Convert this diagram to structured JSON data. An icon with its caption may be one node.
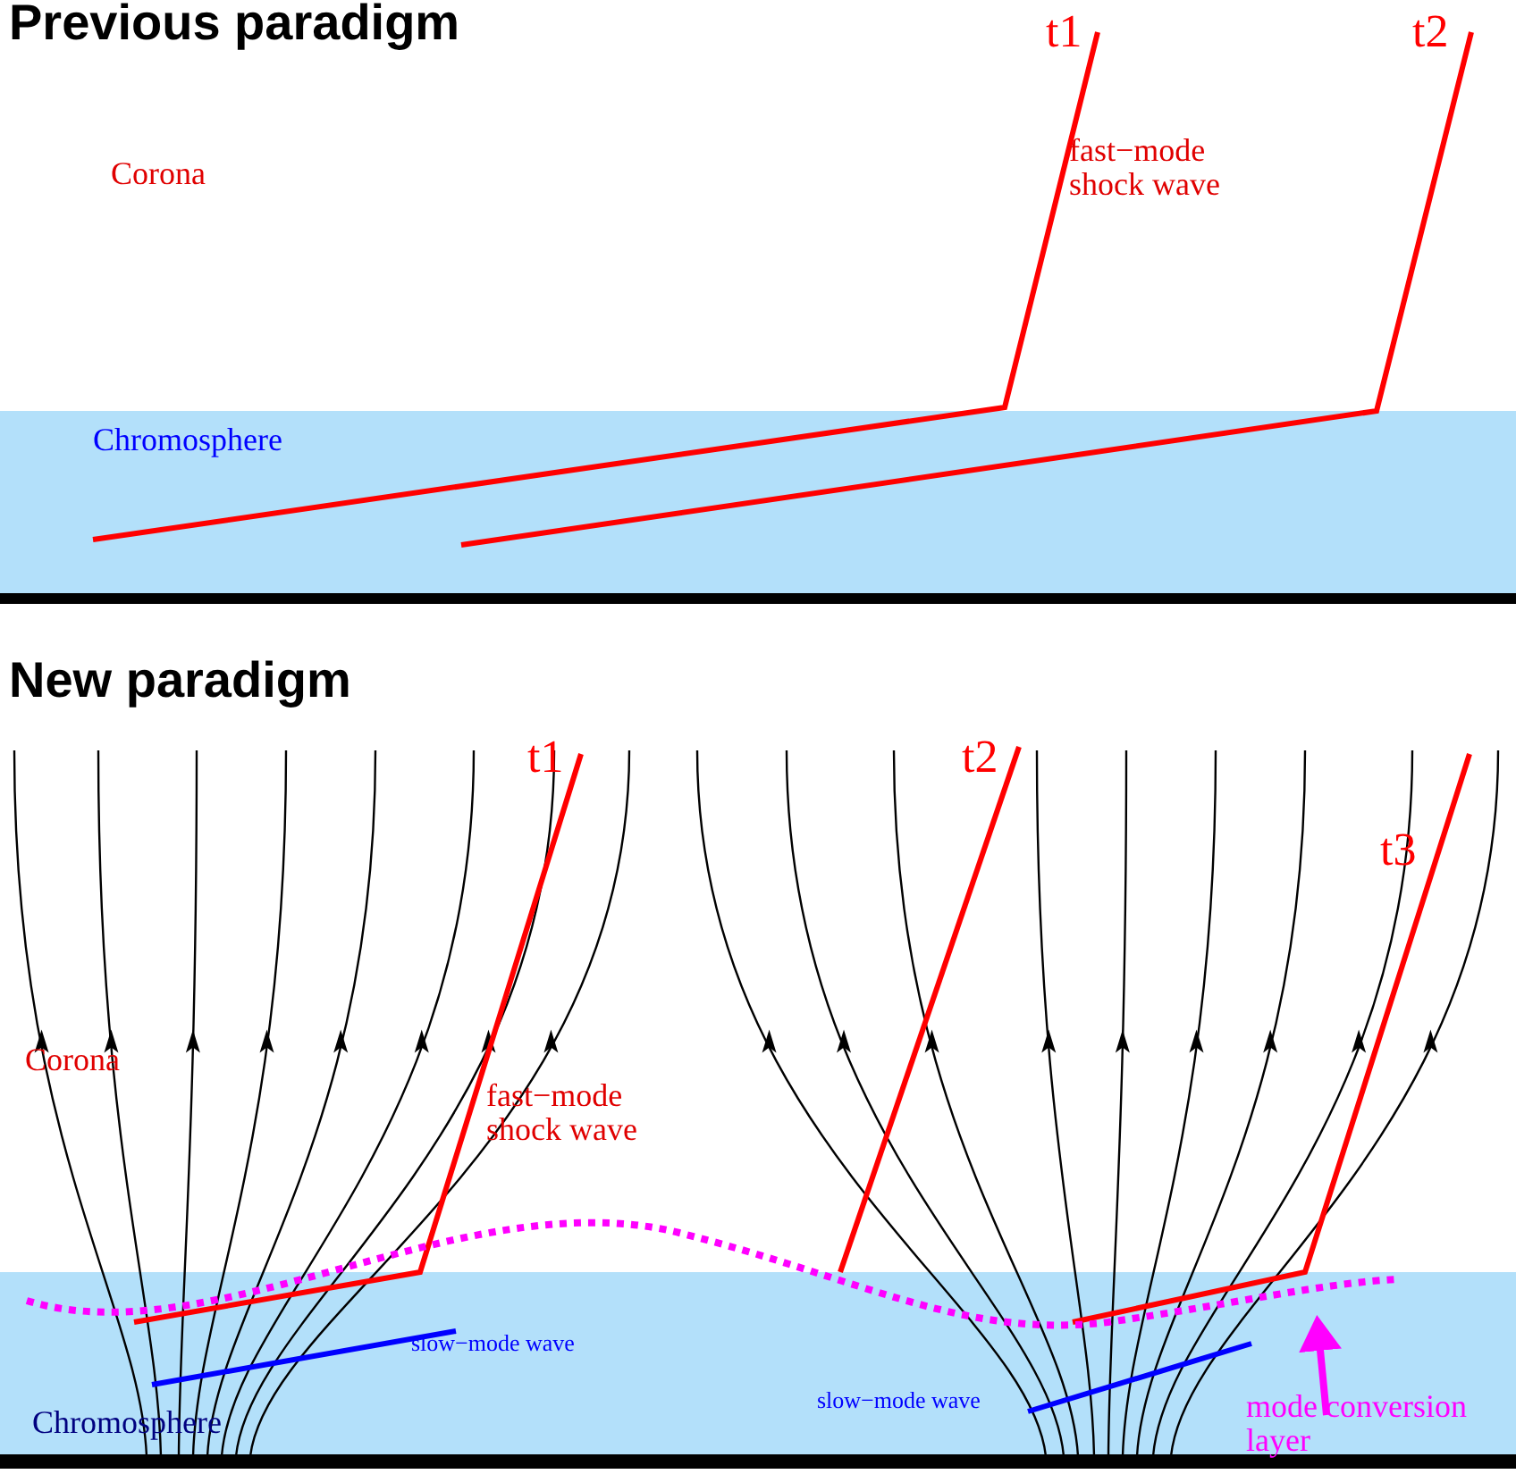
{
  "diagram": {
    "nodes": [
      {
        "text": [
          "mode conversion layer"
        ]
      },
      {
        "text": [],
        "shape": "line"
      }
    ],
    "edges": [
      {
        "from": 0,
        "to": 1,
        "arrow": "to"
      }
    ],
    "labels": [
      "Previous paradigm",
      "t1",
      "t2",
      "Corona",
      "fast−mode shock wave",
      "Chromosphere",
      "New paradigm",
      "t1",
      "t2",
      "t3",
      "Corona",
      "fast−mode shock wave",
      "slow−mode wave",
      "slow−mode wave",
      "Chromosphere"
    ]
  }
}
